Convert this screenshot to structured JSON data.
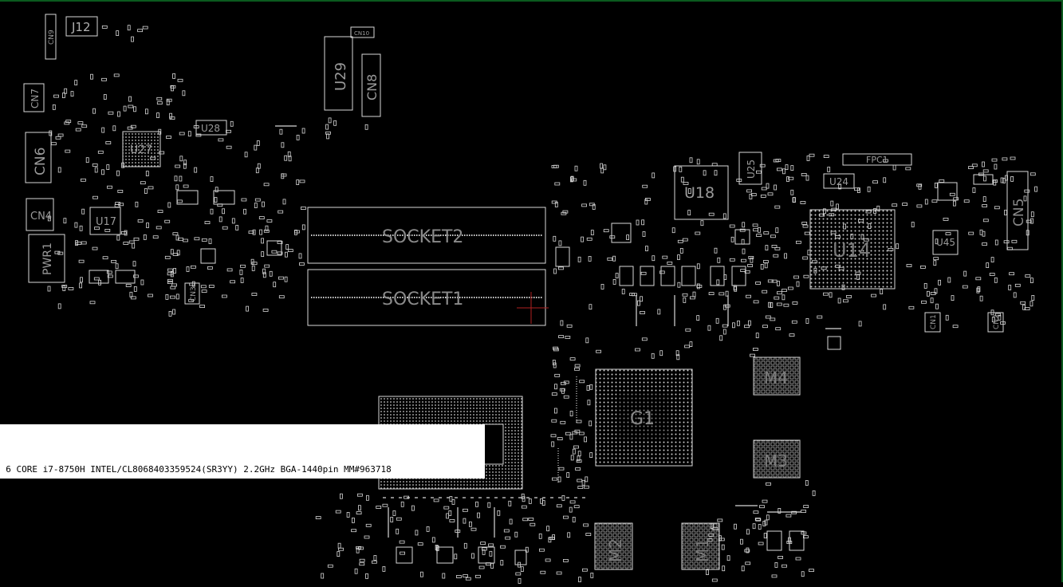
{
  "components": {
    "J12": "J12",
    "CN9": "CN9",
    "CN7": "CN7",
    "CN6": "CN6",
    "CN4": "CN4",
    "PWR1": "PWR1",
    "U27": "U27",
    "U28": "U28",
    "U17": "U17",
    "U29": "U29",
    "CN8": "CN8",
    "CN10": "CN10",
    "SOCKET2": "SOCKET2",
    "SOCKET1": "SOCKET1",
    "U18": "U18",
    "U25": "U25",
    "FPC1": "FPC1",
    "U24": "U24",
    "U14": "U14",
    "U45": "U45",
    "CN5": "CN5",
    "CN1": "CN1",
    "CN2": "CN2",
    "CN3": "CN3",
    "G1": "G1",
    "M4": "M4",
    "M3": "M3",
    "M2": "M2",
    "M1": "M1"
  },
  "tooltip": {
    "text": "E 6 CORE i7-8750H INTEL/CL8068403359524(SR3YY) 2.2GHz BGA-1440pin  MM#963718"
  },
  "colors": {
    "background": "#000000",
    "outline": "#d8d8d8",
    "label": "#9a9a9a",
    "border_accent": "#0a5a1e",
    "cursor": "#b02020"
  }
}
